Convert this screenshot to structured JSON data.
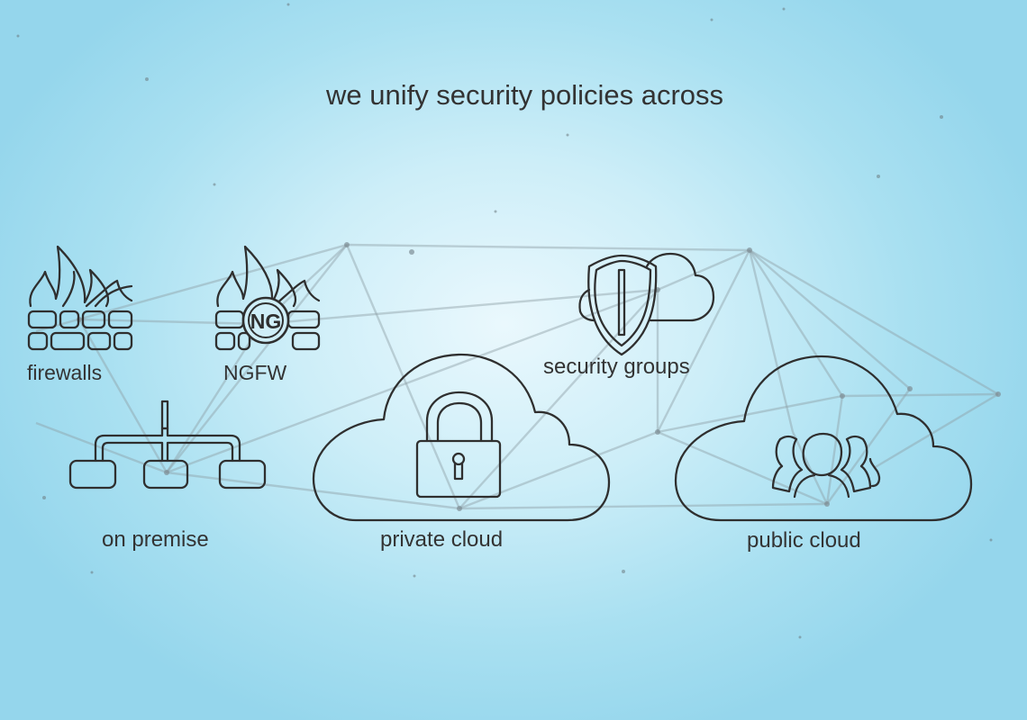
{
  "title": "we unify security policies across",
  "items": {
    "firewalls": {
      "label": "firewalls",
      "icon": "firewall-icon"
    },
    "ngfw": {
      "label": "NGFW",
      "badge": "NG",
      "icon": "ngfw-firewall-icon"
    },
    "on_premise": {
      "label": "on premise",
      "icon": "network-tree-icon"
    },
    "private_cloud": {
      "label": "private cloud",
      "icon": "cloud-lock-icon"
    },
    "security_groups": {
      "label": "security groups",
      "icon": "shield-cloud-icon"
    },
    "public_cloud": {
      "label": "public cloud",
      "icon": "cloud-users-icon"
    }
  },
  "colors": {
    "background": "#a9e0f1",
    "background_center": "#eaf8fd",
    "stroke": "#2f2f2f",
    "mesh_lines": "#9aaab2"
  }
}
